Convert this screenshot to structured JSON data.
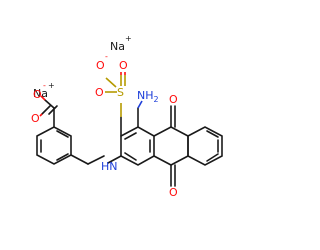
{
  "molecule": {
    "counterions": [
      {
        "symbol": "Na",
        "charge": "+"
      },
      {
        "symbol": "Na",
        "charge": "+"
      }
    ],
    "sulfonate": {
      "sulfur": "S",
      "oxygen_top": "O",
      "oxygen_top_charge": "-",
      "oxygen_side": "O",
      "oxygen_bottom": "O"
    },
    "amino": "NH2",
    "amino_h": "H",
    "amino_sub": "2",
    "carboxylate": {
      "oxygen_top": "O",
      "oxygen_top_charge": "-",
      "oxygen_bottom": "O"
    },
    "amine_link": "N",
    "amine_h": "H",
    "carbonyl_top": "O",
    "carbonyl_bottom": "O"
  },
  "colors": {
    "carbon": "#1a1a1a",
    "oxygen": "#ff0d0d",
    "nitrogen": "#1e3fd9",
    "sulfur": "#b59a00",
    "sodium": "#1a1a1a"
  }
}
